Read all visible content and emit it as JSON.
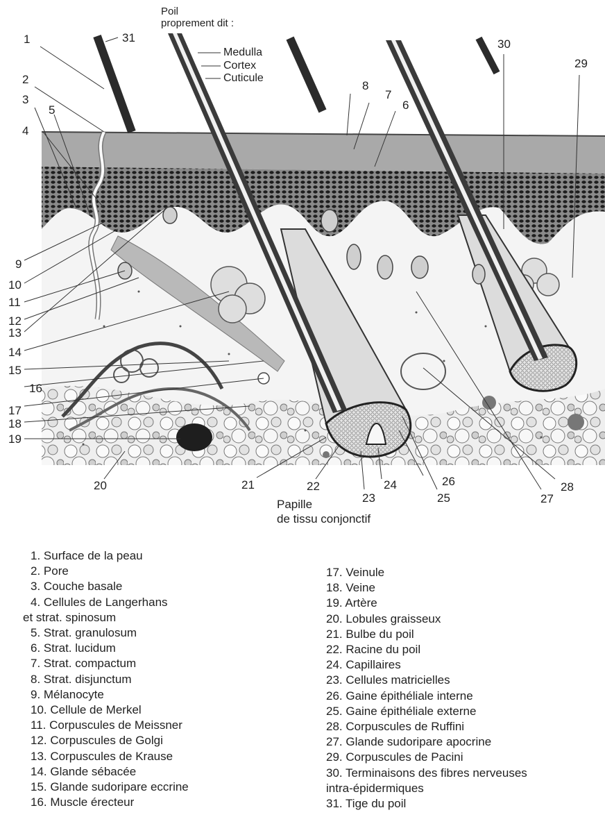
{
  "diagram": {
    "hair_title": [
      "Poil",
      "proprement dit :"
    ],
    "hair_parts": [
      "Medulla",
      "Cortex",
      "Cuticule"
    ],
    "papilla_caption": [
      "Papille",
      "de tissu conjonctif"
    ],
    "callouts": [
      "1",
      "2",
      "3",
      "4",
      "5",
      "6",
      "7",
      "8",
      "9",
      "10",
      "11",
      "12",
      "13",
      "14",
      "15",
      "16",
      "17",
      "18",
      "19",
      "20",
      "21",
      "22",
      "23",
      "24",
      "25",
      "26",
      "27",
      "28",
      "29",
      "30",
      "31"
    ]
  },
  "legend": {
    "left": [
      "1. Surface de la peau",
      "2. Pore",
      "3. Couche basale",
      "4. Cellules de Langerhans",
      "et strat. spinosum",
      "5. Strat. granulosum",
      "6. Strat. lucidum",
      "7. Strat. compactum",
      "8. Strat. disjunctum",
      "9. Mélanocyte",
      "10. Cellule de Merkel",
      "11. Corpuscules de Meissner",
      "12. Corpuscules de Golgi",
      "13. Corpuscules de Krause",
      "14. Glande sébacée",
      "15. Glande sudoripare eccrine",
      "16. Muscle érecteur"
    ],
    "right": [
      "17. Veinule",
      "18. Veine",
      "19. Artère",
      "20. Lobules graisseux",
      "21. Bulbe du poil",
      "22. Racine du poil",
      "24. Capillaires",
      "23. Cellules matricielles",
      "26. Gaine épithéliale interne",
      "25. Gaine épithéliale externe",
      "28. Corpuscules de Ruffini",
      "27. Glande sudoripare apocrine",
      "29. Corpuscules de Pacini",
      "30. Terminaisons des fibres nerveuses",
      "intra-épidermiques",
      "31. Tige du poil"
    ]
  }
}
